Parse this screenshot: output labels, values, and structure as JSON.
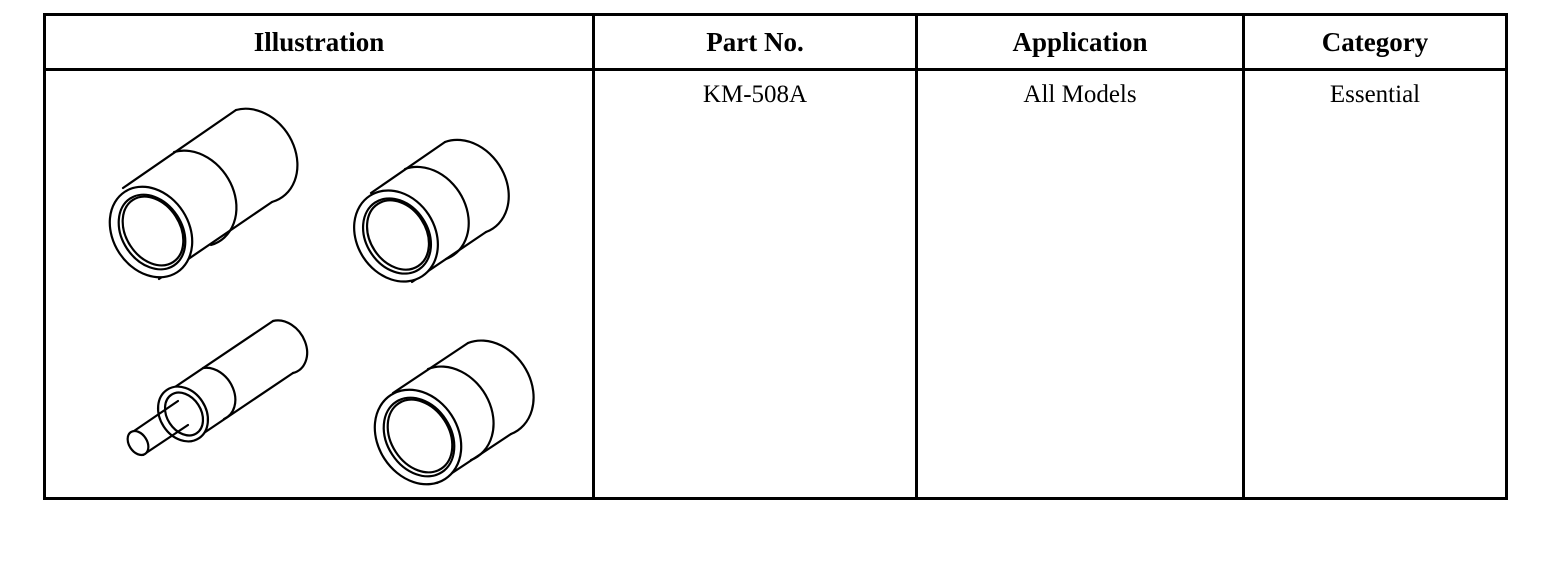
{
  "table": {
    "headers": {
      "illustration": "Illustration",
      "part_no": "Part No.",
      "application": "Application",
      "category": "Category"
    },
    "rows": [
      {
        "illustration_icon": "tool-set-cylinders-icon",
        "part_no": "KM-508A",
        "application": "All Models",
        "category": "Essential"
      }
    ]
  }
}
